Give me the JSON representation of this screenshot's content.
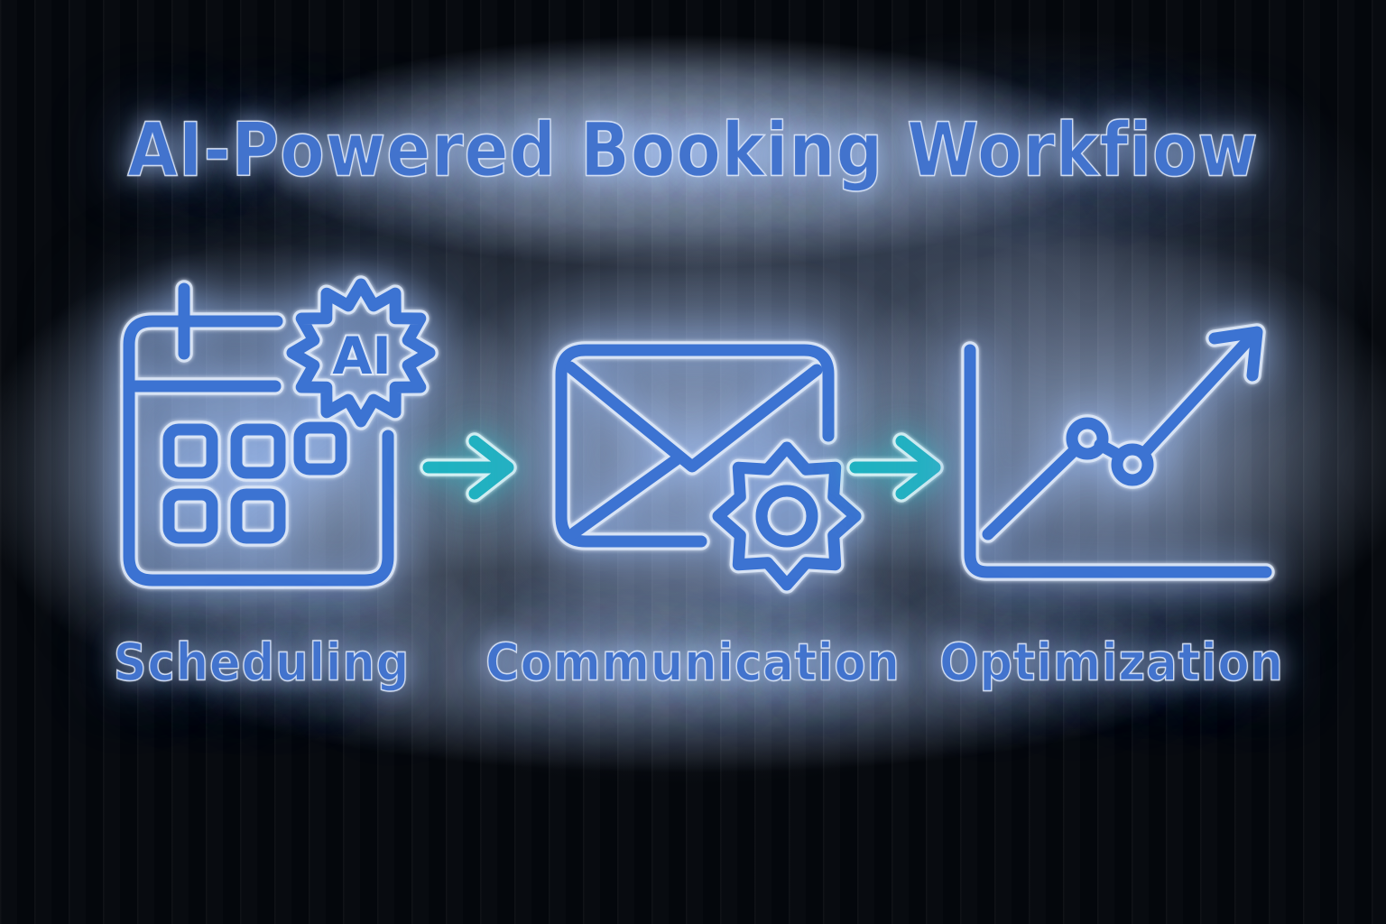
{
  "title": "AI-Powered Booking Workfiow",
  "badge": {
    "text": "AI"
  },
  "stages": [
    {
      "id": "scheduling",
      "label": "Scheduling",
      "icon": "calendar-ai-icon"
    },
    {
      "id": "communication",
      "label": "Communication",
      "icon": "envelope-gear-icon"
    },
    {
      "id": "optimization",
      "label": "Optimization",
      "icon": "trend-chart-icon"
    }
  ],
  "connectors": [
    {
      "icon": "arrow-right-icon"
    },
    {
      "icon": "arrow-right-icon"
    }
  ],
  "colors": {
    "icon_stroke": "#3c73d2",
    "icon_rim": "#dbe6f7",
    "arrow": "#1fb2c1",
    "text": "#4273cd",
    "background": "#04070c"
  }
}
